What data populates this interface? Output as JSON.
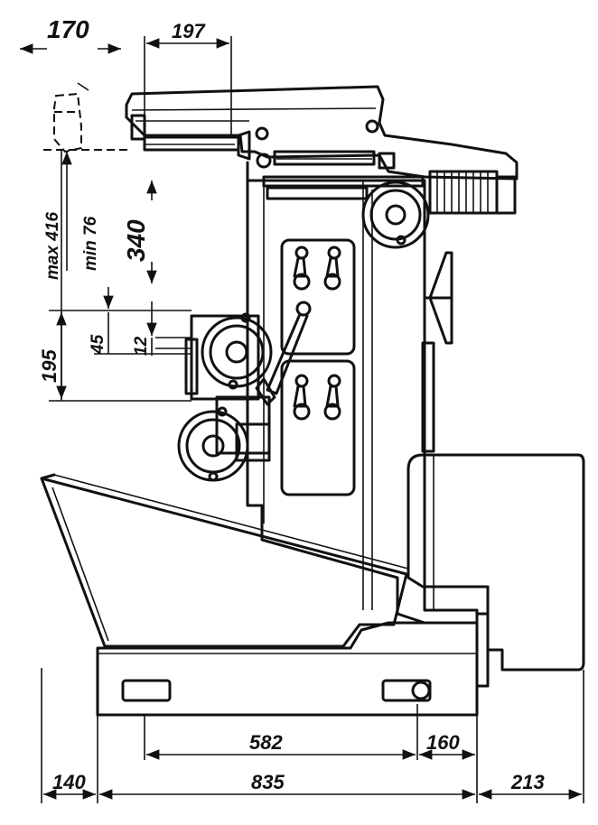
{
  "dimensions": {
    "top_left_travel": "170",
    "top_overhang": "197",
    "max_label": "max 416",
    "min_label": "min 76",
    "vertical_travel": "340",
    "table_height": "195",
    "table_step": "45",
    "table_offset": "12",
    "base_bolt_spacing": "582",
    "bolt_to_edge": "160",
    "left_overhang": "140",
    "base_length": "835",
    "motor_overhang": "213"
  }
}
